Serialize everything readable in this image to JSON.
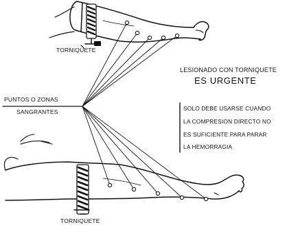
{
  "diagram": {
    "tourniquet_top_label": "TORNIQUETE",
    "tourniquet_bottom_label": "TORNIQUETE",
    "points_label_line1": "PUNTOS O ZONAS",
    "points_label_line2": "SANGRANTES",
    "warning_line1": "LESIONADO CON TORNIQUETE",
    "warning_line2": "ES URGENTE",
    "note_lines": [
      "SOLO DEBE USARSE CUANDO",
      "LA COMPRESION DIRECTO NO",
      "ES SUFICIENTE PARA PARAR",
      "LA HEMORRAGIA"
    ]
  }
}
